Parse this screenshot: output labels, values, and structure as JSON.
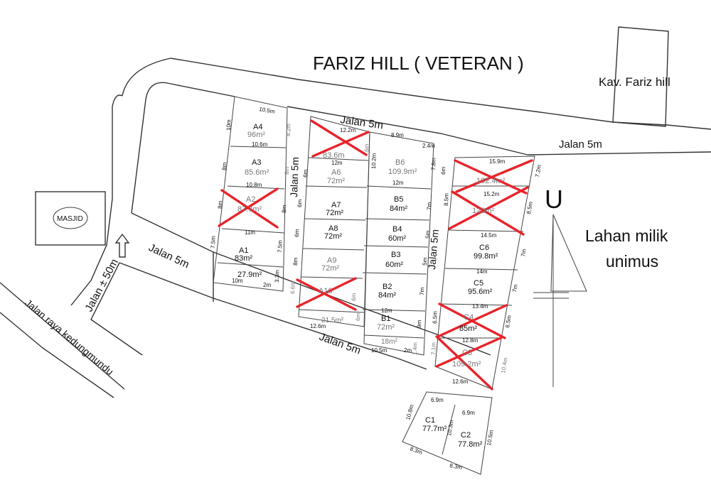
{
  "map": {
    "title": "FARIZ HILL ( VETERAN )",
    "kavling_label": "Kav. Fariz hill",
    "north_marker": "U",
    "adjacent_land": [
      "Lahan milik",
      "unimus"
    ],
    "mosque": "MASJID",
    "roads": {
      "top": "Jalan 5m",
      "right": "Jalan 5m",
      "left": "Jalan 5m",
      "bottom": "Jalan 5m",
      "inner_a": "Jalan 5m",
      "inner_b": "Jalan 5m",
      "access": "Jalan ± 50m",
      "main": "Jalan raya kedungmundu"
    },
    "sold_color": "#e8232a",
    "lots": [
      {
        "id": "A4",
        "area": "96m²",
        "sold": false
      },
      {
        "id": "A3",
        "area": "85.6m²",
        "sold": false
      },
      {
        "id": "A2",
        "area": "87.7m²",
        "sold": true
      },
      {
        "id": "A1",
        "area": "83m²",
        "sold": false
      },
      {
        "id": "",
        "area": "27.9m²",
        "sold": false
      },
      {
        "id": "",
        "area": "83.6m",
        "sold": true
      },
      {
        "id": "A6",
        "area": "72m²",
        "sold": false
      },
      {
        "id": "A7",
        "area": "72m²",
        "sold": false
      },
      {
        "id": "A8",
        "area": "72m²",
        "sold": false
      },
      {
        "id": "A9",
        "area": "72m²",
        "sold": false
      },
      {
        "id": "A10",
        "area": "",
        "sold": true
      },
      {
        "id": "",
        "area": "21.5m²",
        "sold": false
      },
      {
        "id": "B6",
        "area": "109.9m²",
        "sold": false
      },
      {
        "id": "B5",
        "area": "84m²",
        "sold": false
      },
      {
        "id": "B4",
        "area": "60m²",
        "sold": false
      },
      {
        "id": "B3",
        "area": "60m²",
        "sold": false
      },
      {
        "id": "B2",
        "area": "84m²",
        "sold": false
      },
      {
        "id": "B1",
        "area": "72m²",
        "sold": false
      },
      {
        "id": "",
        "area": "18m²",
        "sold": false
      },
      {
        "id": "",
        "area": "102.4m²",
        "sold": true
      },
      {
        "id": "",
        "area": "120m²",
        "sold": true
      },
      {
        "id": "C6",
        "area": "99.8m²",
        "sold": false
      },
      {
        "id": "C5",
        "area": "95.6m²",
        "sold": false
      },
      {
        "id": "C4",
        "area": "85m²",
        "sold": true
      },
      {
        "id": "C3",
        "area": "109.2m²",
        "sold": true
      },
      {
        "id": "C1",
        "area": "77.7m²",
        "sold": false
      },
      {
        "id": "C2",
        "area": "77.8m²",
        "sold": false
      }
    ],
    "dimensions": [
      "10.5m",
      "10m",
      "10.6m",
      "8m",
      "10.8m",
      "8m",
      "11m",
      "7.5m",
      "10m",
      "2m",
      "3.3m",
      "8.2m",
      "8m",
      "8m",
      "7.5m",
      "12.2m",
      "8.9m",
      "2.4m",
      "6m",
      "12m",
      "10.2m",
      "7.8m",
      "12m",
      "6m",
      "6m",
      "6m",
      "6.6m",
      "12.6m",
      "6m",
      "6m",
      "8m",
      "12m",
      "10.5m",
      "2m",
      "1.4m",
      "15.9m",
      "7.2m",
      "15.2m",
      "8.5m",
      "8.5m",
      "14.5m",
      "7m",
      "14m",
      "7m",
      "13.4m",
      "6.5m",
      "12.8m",
      "6.5m",
      "7.1m",
      "12.6m",
      "10.4m",
      "6.9m",
      "6.9m",
      "10.8m",
      "10.3m",
      "10.5m",
      "8.3m",
      "8.3m",
      "5m",
      "5m",
      "7m",
      "7m",
      "9m",
      "6m"
    ]
  }
}
